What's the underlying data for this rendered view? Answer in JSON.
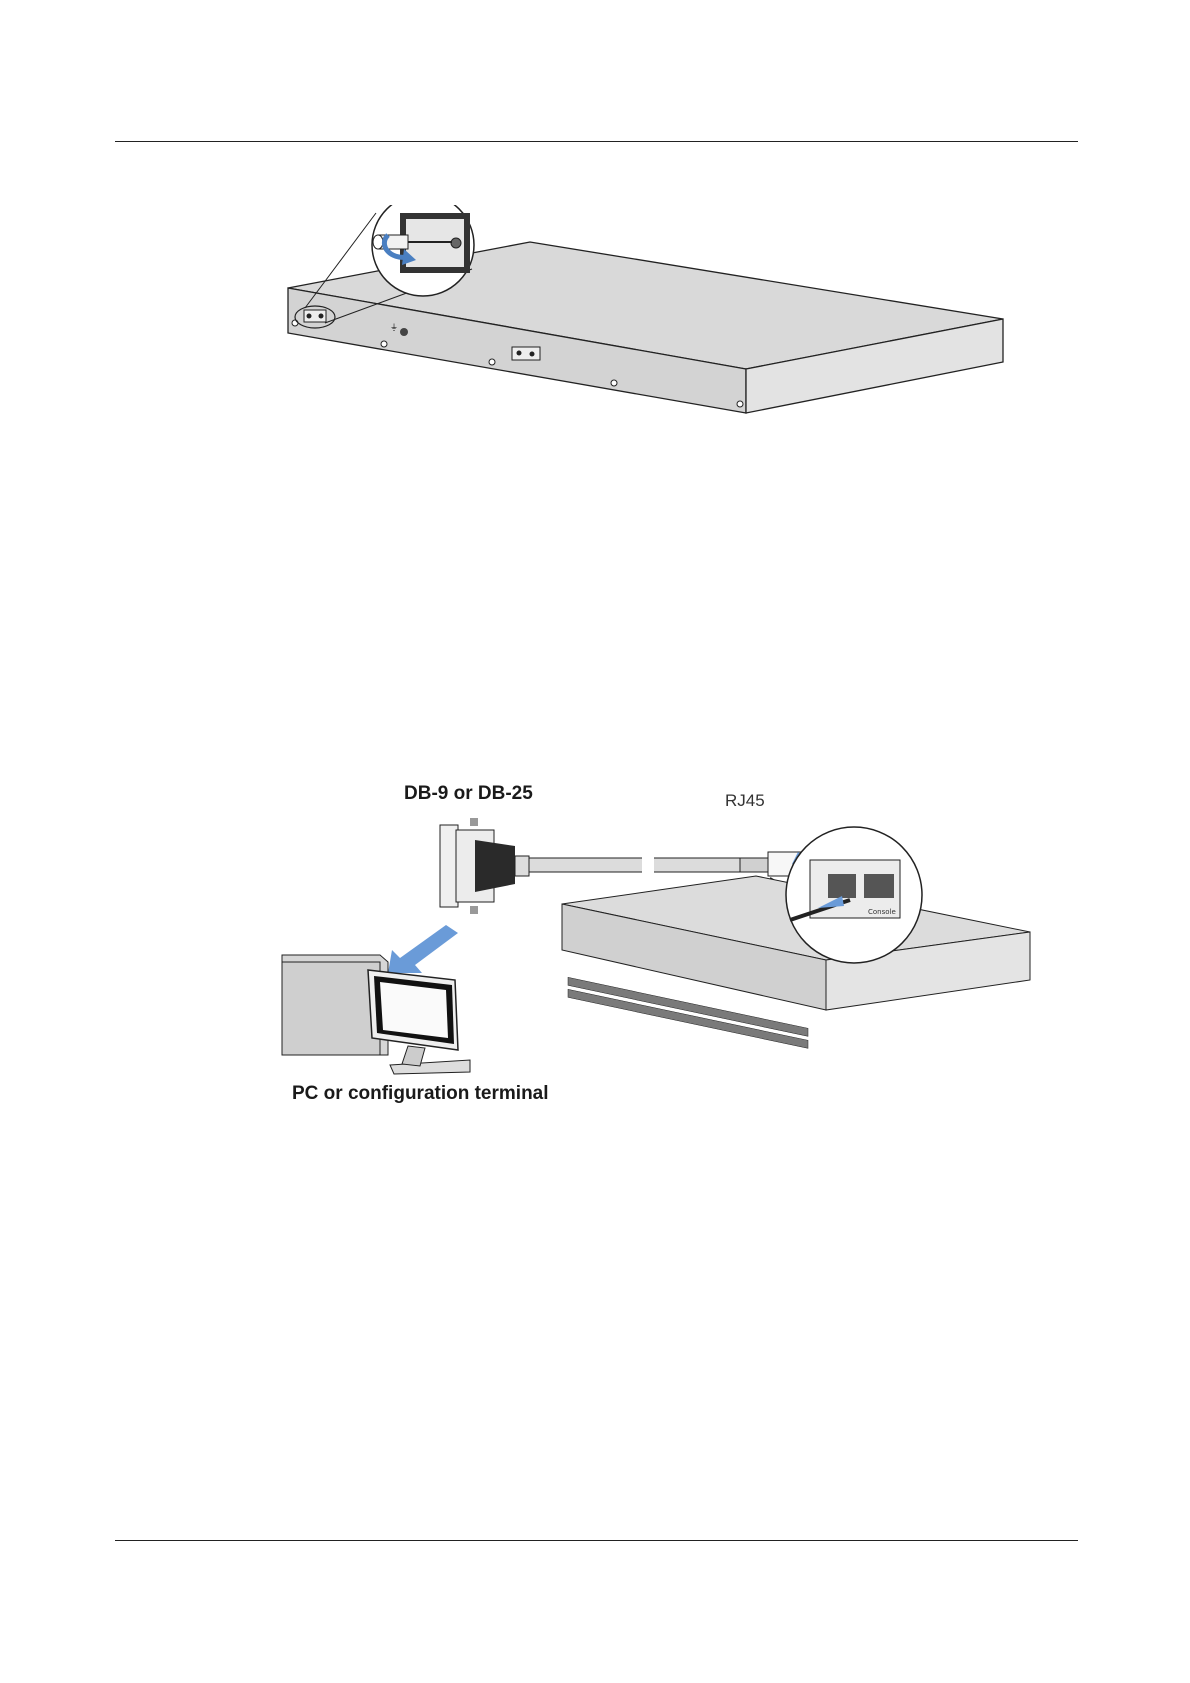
{
  "figure2": {
    "connector_label": "DB-9 or DB-25",
    "rj45_label": "RJ45",
    "pc_label": "PC or configuration terminal"
  }
}
